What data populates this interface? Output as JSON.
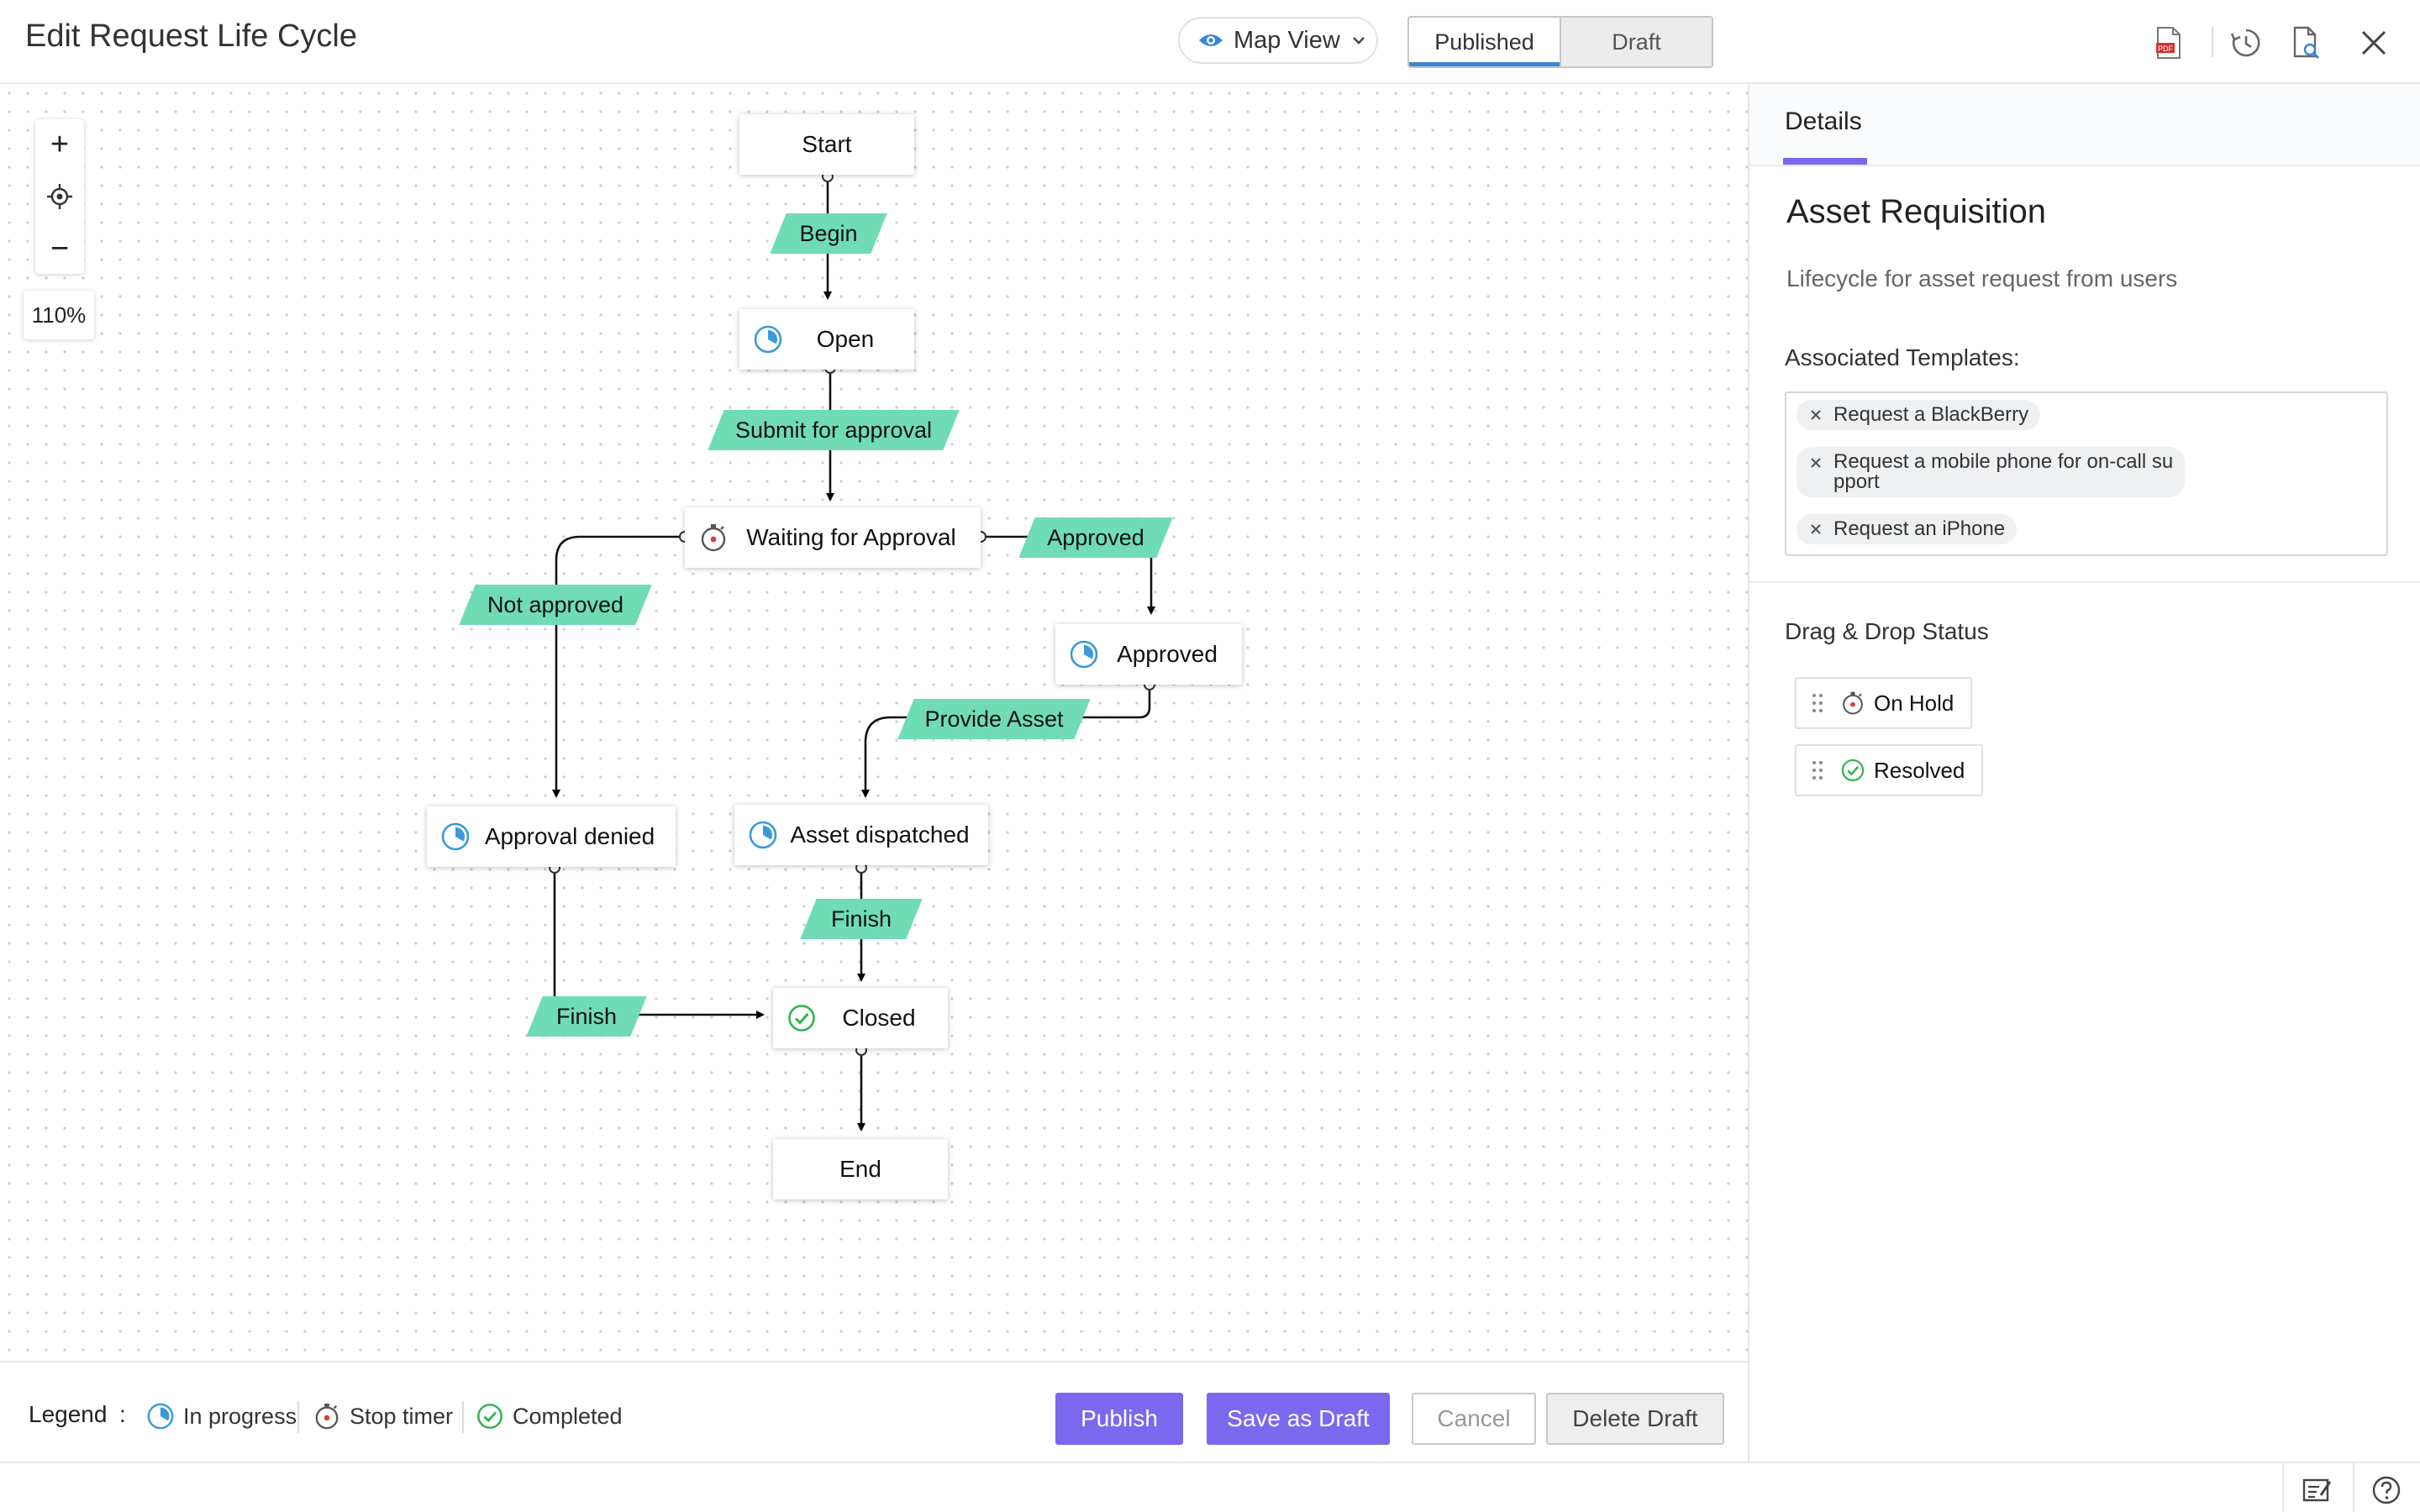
{
  "header": {
    "title": "Edit Request Life Cycle",
    "view_selector": "Map View",
    "tabs": [
      "Published",
      "Draft"
    ],
    "active_tab": "Published",
    "icons": [
      "pdf-icon",
      "history-icon",
      "document-search-icon",
      "close-icon"
    ]
  },
  "canvas": {
    "zoom_in": "+",
    "zoom_out": "−",
    "zoom_level": "110%",
    "nodes": {
      "start": "Start",
      "open": "Open",
      "waiting": "Waiting for Approval",
      "approved": "Approved",
      "approval_denied": "Approval denied",
      "asset_dispatched": "Asset dispatched",
      "closed": "Closed",
      "end": "End"
    },
    "transitions": {
      "begin": "Begin",
      "submit": "Submit for approval",
      "not_approved": "Not approved",
      "approved": "Approved",
      "provide_asset": "Provide Asset",
      "finish_dispatch": "Finish",
      "finish_denied": "Finish"
    }
  },
  "footer": {
    "legend_title": "Legend",
    "legend_colon": ":",
    "legend": {
      "in_progress": "In progress",
      "stop_timer": "Stop timer",
      "completed": "Completed"
    },
    "buttons": {
      "publish": "Publish",
      "save_draft": "Save as Draft",
      "cancel": "Cancel",
      "delete_draft": "Delete Draft"
    }
  },
  "panel": {
    "tab": "Details",
    "lifecycle_name": "Asset Requisition",
    "description": "Lifecycle for asset request from users",
    "associated_label": "Associated Templates:",
    "templates": {
      "t1": "Request a BlackBerry",
      "t2_line1": "Request a mobile phone for on-call su",
      "t2_line2": "pport",
      "t3": "Request an iPhone"
    },
    "drag_drop_label": "Drag & Drop Status",
    "statuses": {
      "on_hold": "On Hold",
      "resolved": "Resolved"
    }
  },
  "colors": {
    "accent": "#7b68ee",
    "transition": "#6fdcb5",
    "in_progress": "#3a9ad9",
    "stop_timer": "#e53935",
    "completed": "#2fb34a"
  }
}
